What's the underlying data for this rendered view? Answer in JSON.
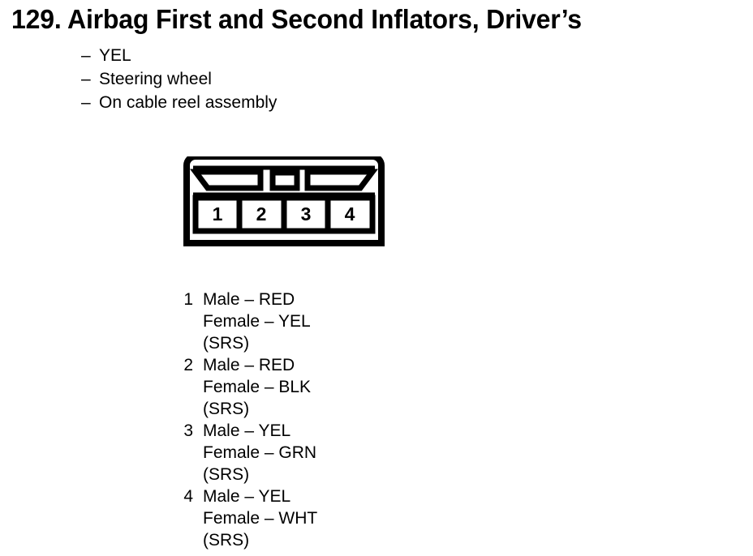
{
  "page": {
    "title": "129. Airbag First and Second Inflators, Driver’s",
    "background_color": "#ffffff",
    "ink_color": "#000000"
  },
  "attributes": [
    {
      "dash": "–",
      "text": "YEL"
    },
    {
      "dash": "–",
      "text": "Steering wheel"
    },
    {
      "dash": "–",
      "text": "On cable reel assembly"
    }
  ],
  "connector": {
    "name": "4-way connector face view",
    "cavity_count": 4,
    "cavities": [
      {
        "label": "1"
      },
      {
        "label": "2"
      },
      {
        "label": "3"
      },
      {
        "label": "4"
      }
    ],
    "features": {
      "left_keyway": "trapezoid-slot",
      "center_latch": "rectangular-tab",
      "right_keyway": "trapezoid-slot"
    }
  },
  "pins": [
    {
      "number": "1",
      "male": "Male – RED",
      "female": "Female – YEL",
      "system": "(SRS)"
    },
    {
      "number": "2",
      "male": "Male – RED",
      "female": "Female – BLK",
      "system": "(SRS)"
    },
    {
      "number": "3",
      "male": "Male – YEL",
      "female": "Female – GRN",
      "system": "(SRS)"
    },
    {
      "number": "4",
      "male": "Male – YEL",
      "female": "Female – WHT",
      "system": "(SRS)"
    }
  ]
}
